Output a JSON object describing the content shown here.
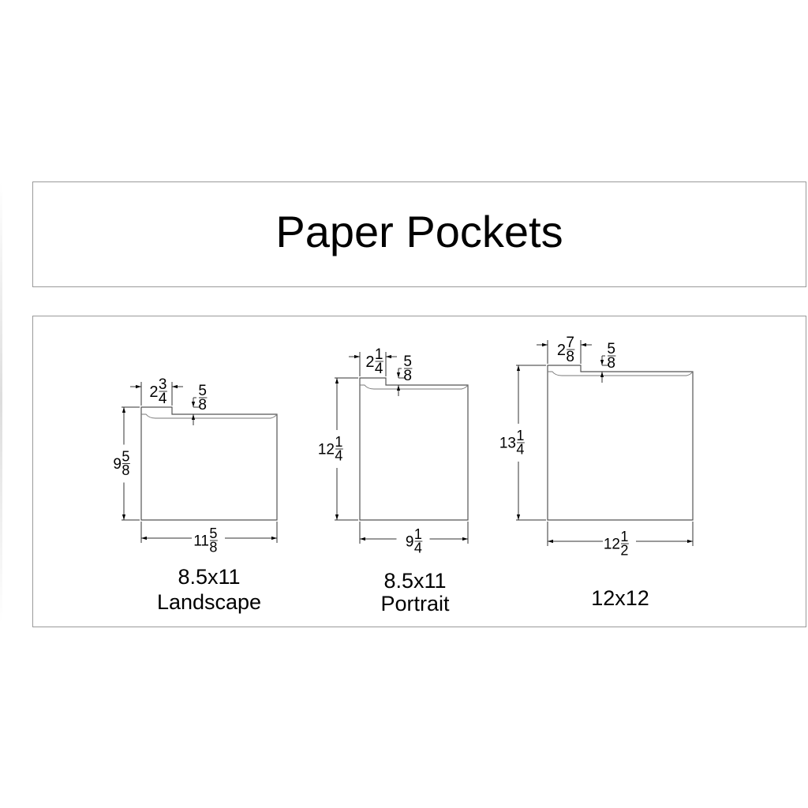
{
  "title": "Paper Pockets",
  "pockets": [
    {
      "name": "landscape",
      "caption": [
        "8.5x11",
        "Landscape"
      ],
      "height": {
        "whole": "9",
        "num": "5",
        "den": "8"
      },
      "width": {
        "whole": "11",
        "num": "5",
        "den": "8"
      },
      "tab": {
        "whole": "2",
        "num": "3",
        "den": "4"
      },
      "tab_depth": {
        "whole": "",
        "num": "5",
        "den": "8"
      }
    },
    {
      "name": "portrait",
      "caption": [
        "8.5x11",
        "Portrait"
      ],
      "height": {
        "whole": "12",
        "num": "1",
        "den": "4"
      },
      "width": {
        "whole": "9",
        "num": "1",
        "den": "4"
      },
      "tab": {
        "whole": "2",
        "num": "1",
        "den": "4"
      },
      "tab_depth": {
        "whole": "",
        "num": "5",
        "den": "8"
      }
    },
    {
      "name": "12x12",
      "caption": [
        "12x12"
      ],
      "height": {
        "whole": "13",
        "num": "1",
        "den": "4"
      },
      "width": {
        "whole": "12",
        "num": "1",
        "den": "2"
      },
      "tab": {
        "whole": "2",
        "num": "7",
        "den": "8"
      },
      "tab_depth": {
        "whole": "",
        "num": "5",
        "den": "8"
      }
    }
  ]
}
